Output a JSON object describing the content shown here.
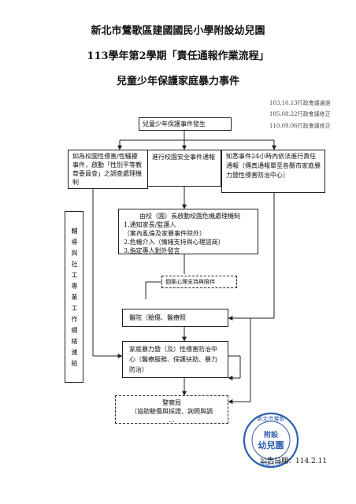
{
  "header": {
    "line1": "新北市鶯歌區建國國民小學附設幼兒園",
    "line2": "113學年第2學期「責任通報作業流程」",
    "line3": "兒童少年保護家庭暴力事件"
  },
  "revisions": [
    "103.10.13行政會議通過",
    "105.08.22行政會議修正",
    "110.09.06行政會議修正"
  ],
  "flow": {
    "event": "兒童少年保護事件發生",
    "box_left": "如為校園性侵害/性騷擾事件，啟動「性別平等教育委員會」之調查處理機制",
    "box_mid": "進行校園安全事件通報",
    "box_right": "知悉事件24小時內依法進行責任通報（傳真通報單至各縣市家庭暴力暨性侵害防治中心）",
    "crisis_lines": [
      "由校（園）長啟動校園危機處理機制",
      "1.通知家長/監護人",
      "（案內亂倫及家暴事件除外）",
      "2.危機介入（情緒支持與心理諮商）",
      "3.指定專人對外發言"
    ],
    "counsel": "個案心理支持與陪伴",
    "side_label": "輔導與社工專業工作網絡連結",
    "hospital": "醫院（驗傷、醫療照",
    "center": "家庭暴力暨（及）性侵害防治中心（醫療服務、保護扶助、暴力防治）",
    "police_lines": [
      "警察局",
      "（協助驗傷與採證、詢問與調",
      "…"
    ]
  },
  "seal": {
    "top": "新北市鶯歌",
    "mid": "附設",
    "main": "幼兒園",
    "bottom": "國民小學"
  },
  "footer": {
    "date": "公告日期：114.2.11"
  }
}
